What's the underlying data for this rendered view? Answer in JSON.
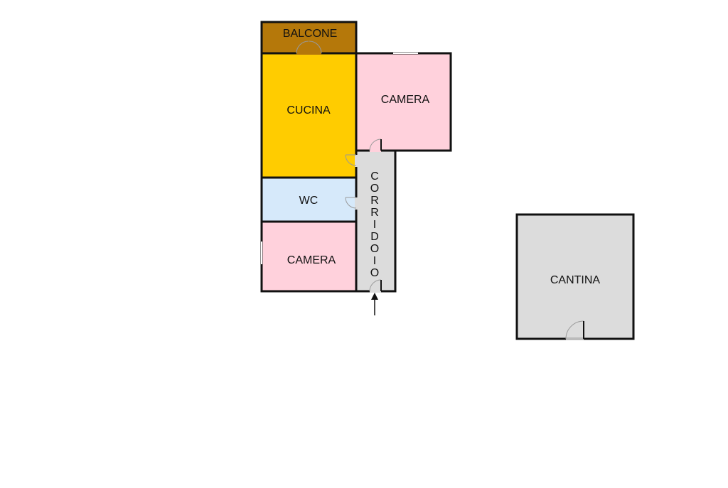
{
  "rooms": {
    "balcone": {
      "label": "BALCONE",
      "color": "#b5780a"
    },
    "cucina": {
      "label": "CUCINA",
      "color": "#ffcc00"
    },
    "camera_top": {
      "label": "CAMERA",
      "color": "#ffd1dc"
    },
    "wc": {
      "label": "WC",
      "color": "#d6e9fa"
    },
    "camera_bottom": {
      "label": "CAMERA",
      "color": "#ffd1dc"
    },
    "corridoio": {
      "letters": [
        "C",
        "O",
        "R",
        "R",
        "I",
        "D",
        "O",
        "I",
        "O"
      ],
      "color": "#dcdcdc"
    },
    "cantina": {
      "label": "CANTINA",
      "color": "#dcdcdc"
    }
  },
  "entrance_icon": "arrow-up-icon"
}
